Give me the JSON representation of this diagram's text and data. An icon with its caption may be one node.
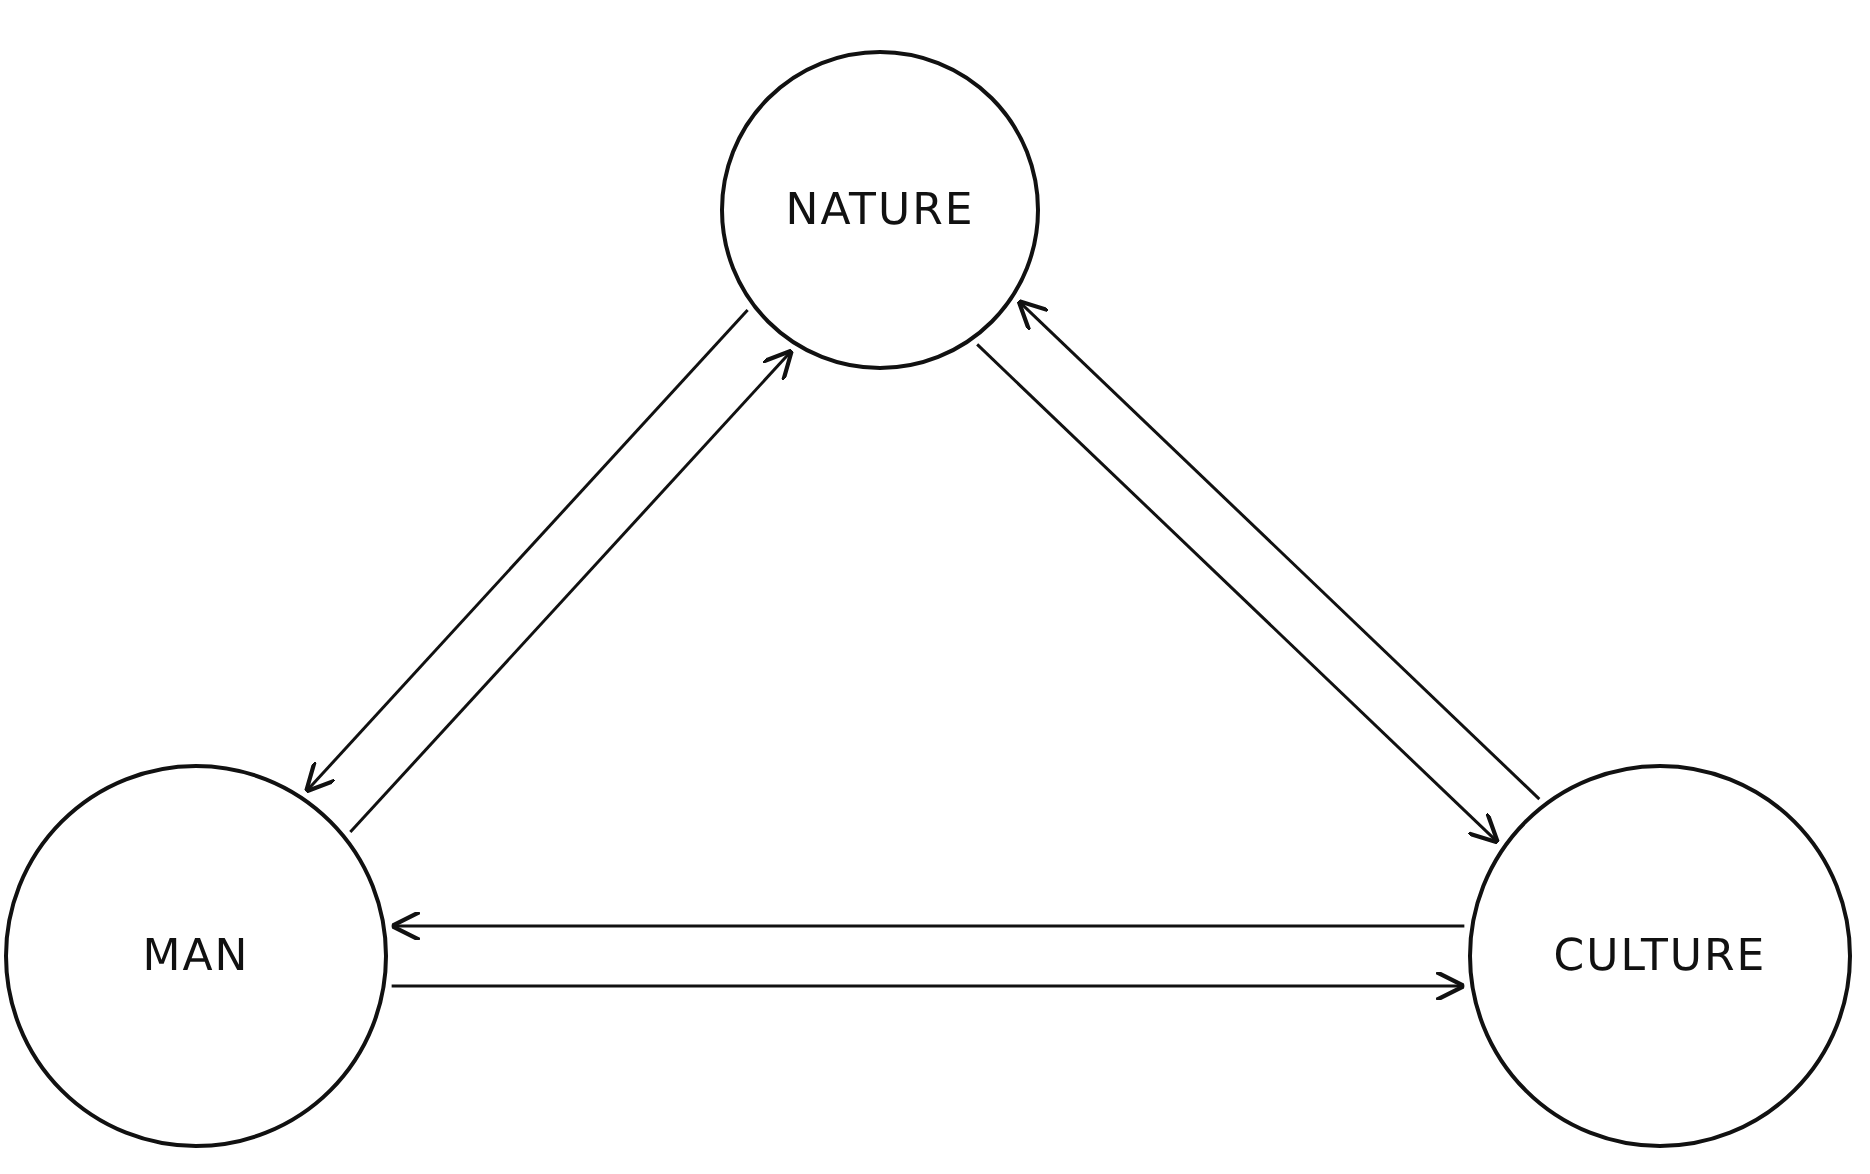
{
  "diagram": {
    "nodes": [
      {
        "text": [
          "NATURE"
        ]
      },
      {
        "text": [
          "MAN"
        ]
      },
      {
        "text": [
          "CULTURE"
        ]
      }
    ],
    "edges": [
      {
        "from": 1,
        "to": 0,
        "arrow": "to"
      },
      {
        "from": 0,
        "to": 1,
        "arrow": "to"
      },
      {
        "from": 0,
        "to": 2,
        "arrow": "to"
      },
      {
        "from": 2,
        "to": 0,
        "arrow": "to"
      },
      {
        "from": 1,
        "to": 2,
        "arrow": "to"
      },
      {
        "from": 2,
        "to": 1,
        "arrow": "to"
      }
    ]
  }
}
